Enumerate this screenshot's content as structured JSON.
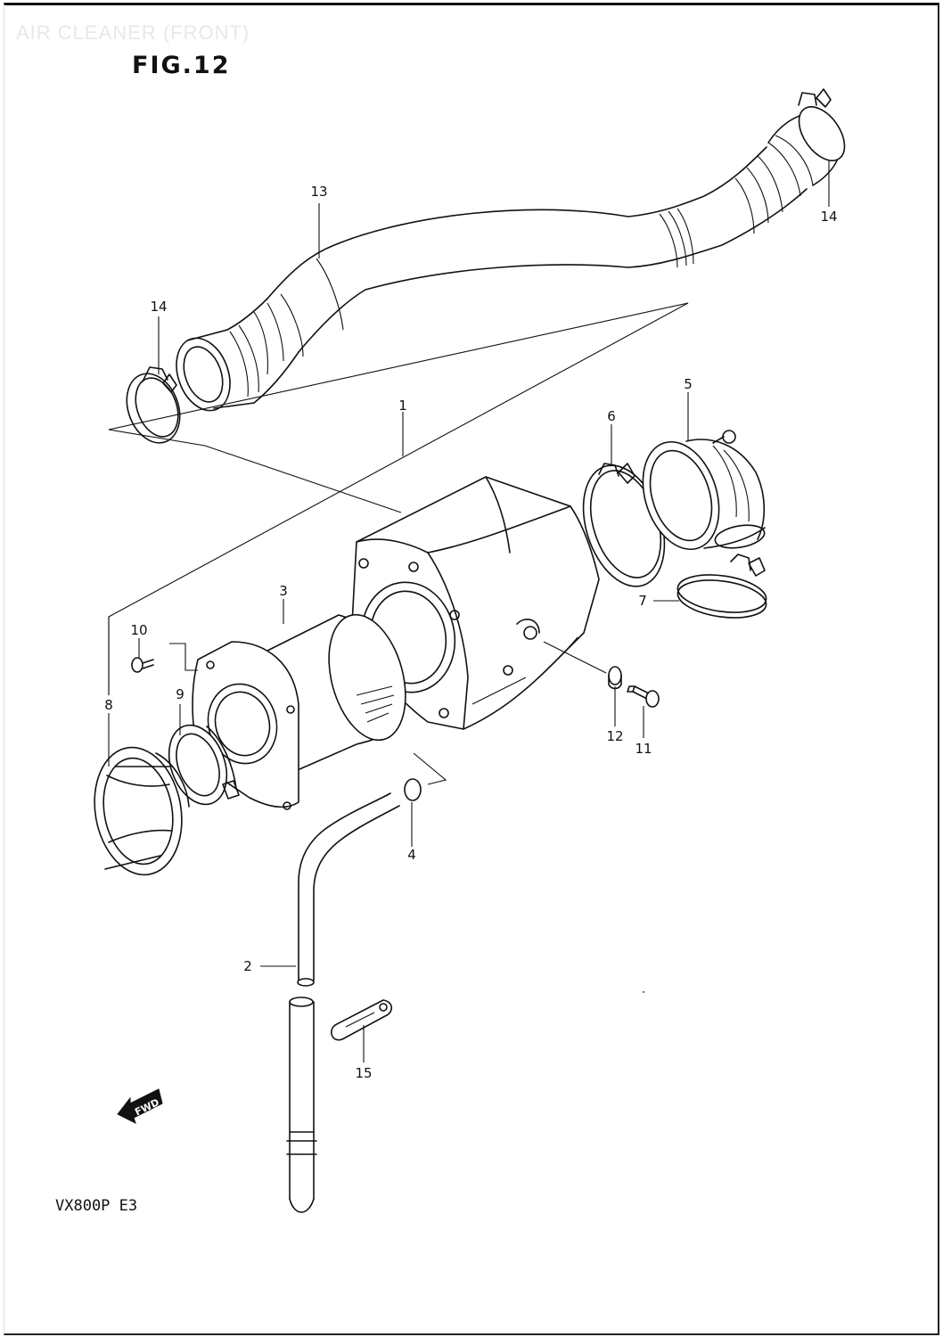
{
  "header": {
    "faded_title": "AIR CLEANER (FRONT)",
    "figure_label": "FIG.12"
  },
  "footer": {
    "model_code": "VX800P  E3"
  },
  "direction_indicator": {
    "label": "FWD"
  },
  "callouts": [
    {
      "id": "part-13",
      "label": "13"
    },
    {
      "id": "part-14-right",
      "label": "14"
    },
    {
      "id": "part-14-left",
      "label": "14"
    },
    {
      "id": "part-5",
      "label": "5"
    },
    {
      "id": "part-1",
      "label": "1"
    },
    {
      "id": "part-6",
      "label": "6"
    },
    {
      "id": "part-7",
      "label": "7"
    },
    {
      "id": "part-3",
      "label": "3"
    },
    {
      "id": "part-10",
      "label": "10"
    },
    {
      "id": "part-9",
      "label": "9"
    },
    {
      "id": "part-8",
      "label": "8"
    },
    {
      "id": "part-12",
      "label": "12"
    },
    {
      "id": "part-11",
      "label": "11"
    },
    {
      "id": "part-4",
      "label": "4"
    },
    {
      "id": "part-2",
      "label": "2"
    },
    {
      "id": "part-15",
      "label": "15"
    }
  ]
}
